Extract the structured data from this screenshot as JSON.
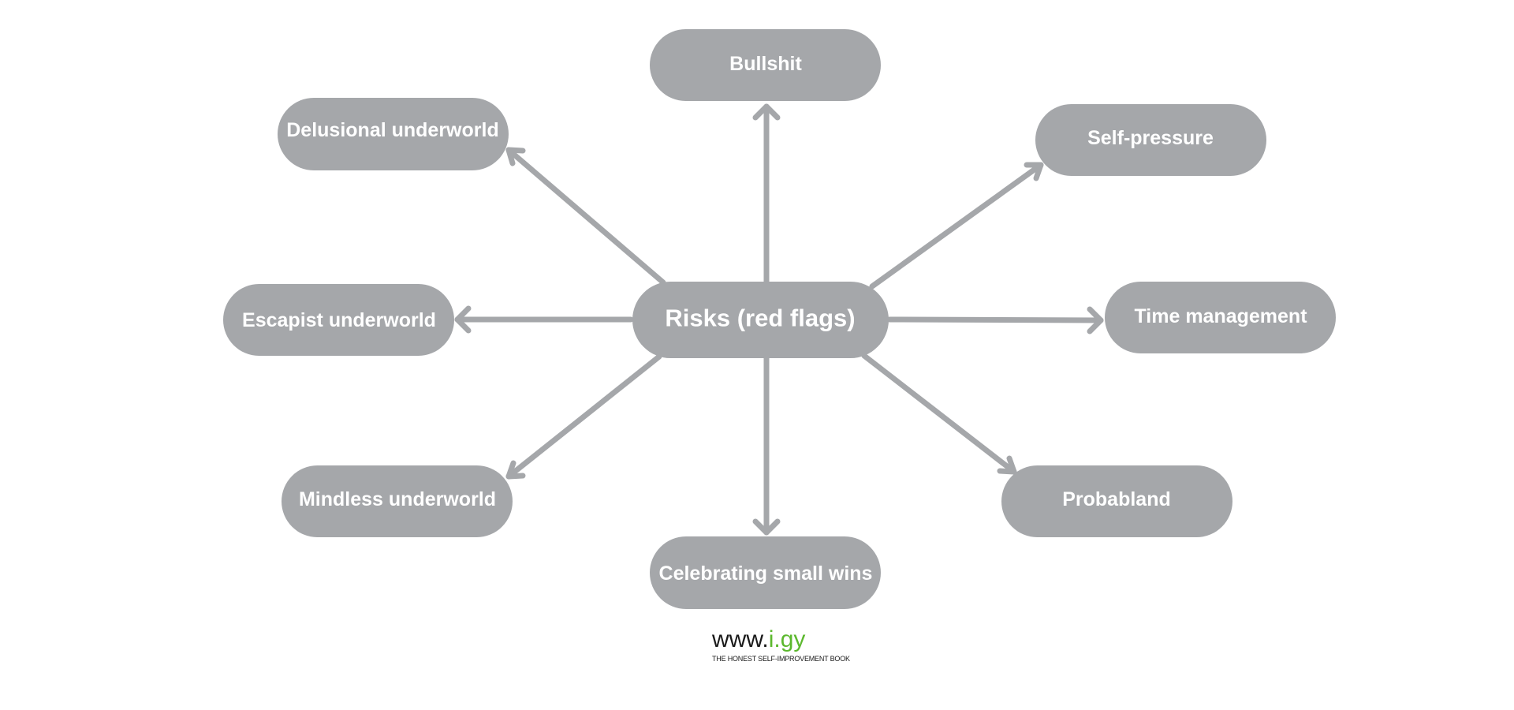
{
  "diagram": {
    "center": "Risks (red flags)",
    "nodes": {
      "top": "Bullshit",
      "top_left": "Delusional underworld",
      "top_right": "Self-pressure",
      "left": "Escapist underworld",
      "right": "Time management",
      "bottom_left": "Mindless underworld",
      "bottom_right": "Probabland",
      "bottom": "Celebrating small wins"
    }
  },
  "logo": {
    "prefix": "www.",
    "accent": "i.gy",
    "tagline": "THE HONEST SELF-IMPROVEMENT BOOK"
  },
  "colors": {
    "node_fill": "#a5a7aa",
    "node_text": "#ffffff",
    "logo_accent": "#5cb82e",
    "logo_text": "#1a1a1a"
  }
}
